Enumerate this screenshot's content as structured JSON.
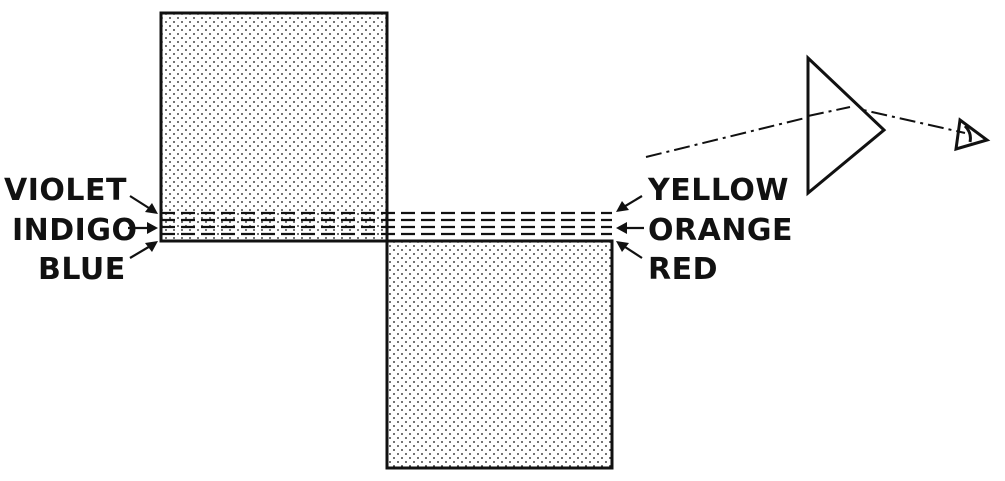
{
  "diagram": {
    "left_labels": [
      "VIOLET",
      "INDIGO",
      "BLUE"
    ],
    "right_labels": [
      "YELLOW",
      "ORANGE",
      "RED"
    ],
    "colors": {
      "ink": "#111111",
      "background": "#ffffff"
    },
    "icons": [
      "prism-icon",
      "eye-icon"
    ]
  }
}
